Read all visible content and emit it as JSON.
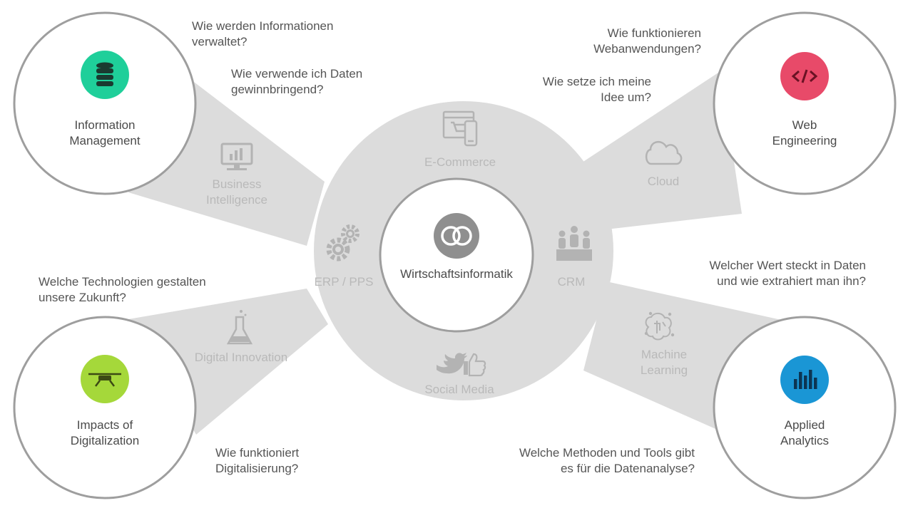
{
  "colors": {
    "background": "#ffffff",
    "band": "#dcdcdc",
    "hub_fill": "#ffffff",
    "hub_border": "#9e9e9e",
    "node_border": "#9e9e9e",
    "info_mgmt_accent": "#1fcf9a",
    "web_eng_accent": "#e84a69",
    "digitalization_accent": "#a5d83a",
    "analytics_accent": "#1a96d5",
    "hub_icon": "#8f8f8f",
    "topic_icon": "#b3b3b3",
    "question_text": "#555555",
    "topic_text": "#b9b9b9"
  },
  "hub": {
    "label": "Wirtschaftsinformatik",
    "icon": "overlapping-circles-icon"
  },
  "nodes": {
    "info_management": {
      "label": "Information\nManagement",
      "icon": "database-icon"
    },
    "web_engineering": {
      "label": "Web\nEngineering",
      "icon": "code-icon"
    },
    "digitalization": {
      "label": "Impacts of\nDigitalization",
      "icon": "drone-icon"
    },
    "applied_analytics": {
      "label": "Applied\nAnalytics",
      "icon": "bar-chart-icon"
    }
  },
  "topics": {
    "ecommerce": {
      "label": "E-Commerce",
      "icon": "ecommerce-icon"
    },
    "business_intelligence": {
      "label": "Business\nIntelligence",
      "icon": "monitor-chart-icon"
    },
    "cloud": {
      "label": "Cloud",
      "icon": "cloud-icon"
    },
    "erp": {
      "label": "ERP / PPS",
      "icon": "gears-icon"
    },
    "crm": {
      "label": "CRM",
      "icon": "people-icon"
    },
    "digital_innovation": {
      "label": "Digital Innovation",
      "icon": "flask-icon"
    },
    "machine_learning": {
      "label": "Machine\nLearning",
      "icon": "brain-icon"
    },
    "social_media": {
      "label": "Social Media",
      "icon": "twitter-like-icon"
    }
  },
  "questions": {
    "q1": "Wie werden Informationen\nverwaltet?",
    "q2": "Wie verwende ich Daten\ngewinnbringend?",
    "q3": "Wie funktionieren\nWebanwendungen?",
    "q4": "Wie setze ich meine\nIdee um?",
    "q5": "Welche Technologien gestalten\nunsere Zukunft?",
    "q6": "Welcher Wert steckt in Daten\nund wie extrahiert man ihn?",
    "q7": "Wie funktioniert\nDigitalisierung?",
    "q8": "Welche Methoden und Tools gibt\nes für die Datenanalyse?"
  }
}
